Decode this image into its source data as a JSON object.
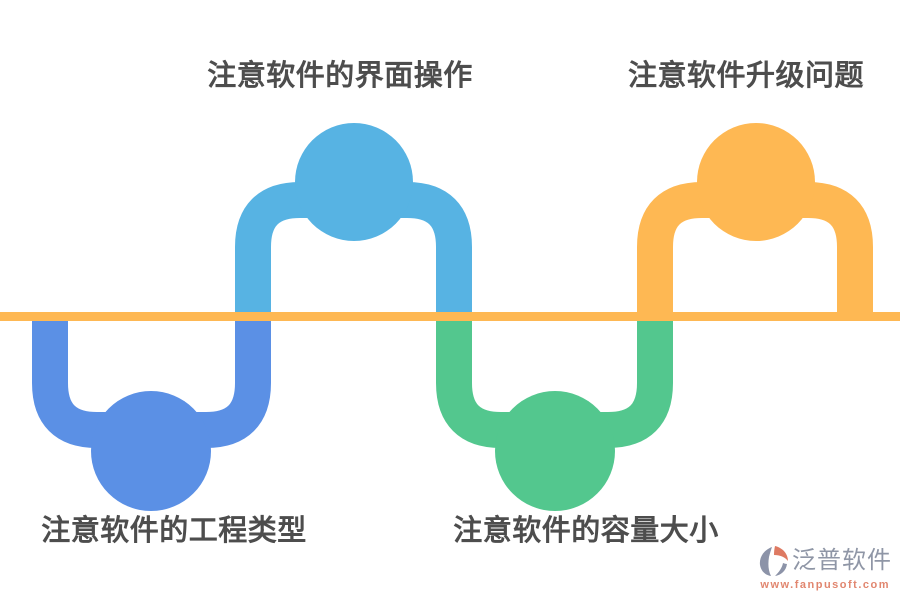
{
  "steps": [
    {
      "label": "注意软件的工程类型",
      "position": "bottom-left",
      "color": "#5B90E5"
    },
    {
      "label": "注意软件的界面操作",
      "position": "top-left",
      "color": "#57B3E3"
    },
    {
      "label": "注意软件的容量大小",
      "position": "bottom-right",
      "color": "#53C78E"
    },
    {
      "label": "注意软件升级问题",
      "position": "top-right",
      "color": "#FEB853"
    }
  ],
  "baseline": {
    "color": "#FEB853"
  },
  "text_color": "#4D4D4D",
  "logo": {
    "name": "泛普软件",
    "url": "www.fanpusoft.com",
    "name_color": "#8F96A6",
    "url_color": "#E1866F",
    "icon_gray": "#8C93A8",
    "icon_salmon": "#DE7A62"
  }
}
